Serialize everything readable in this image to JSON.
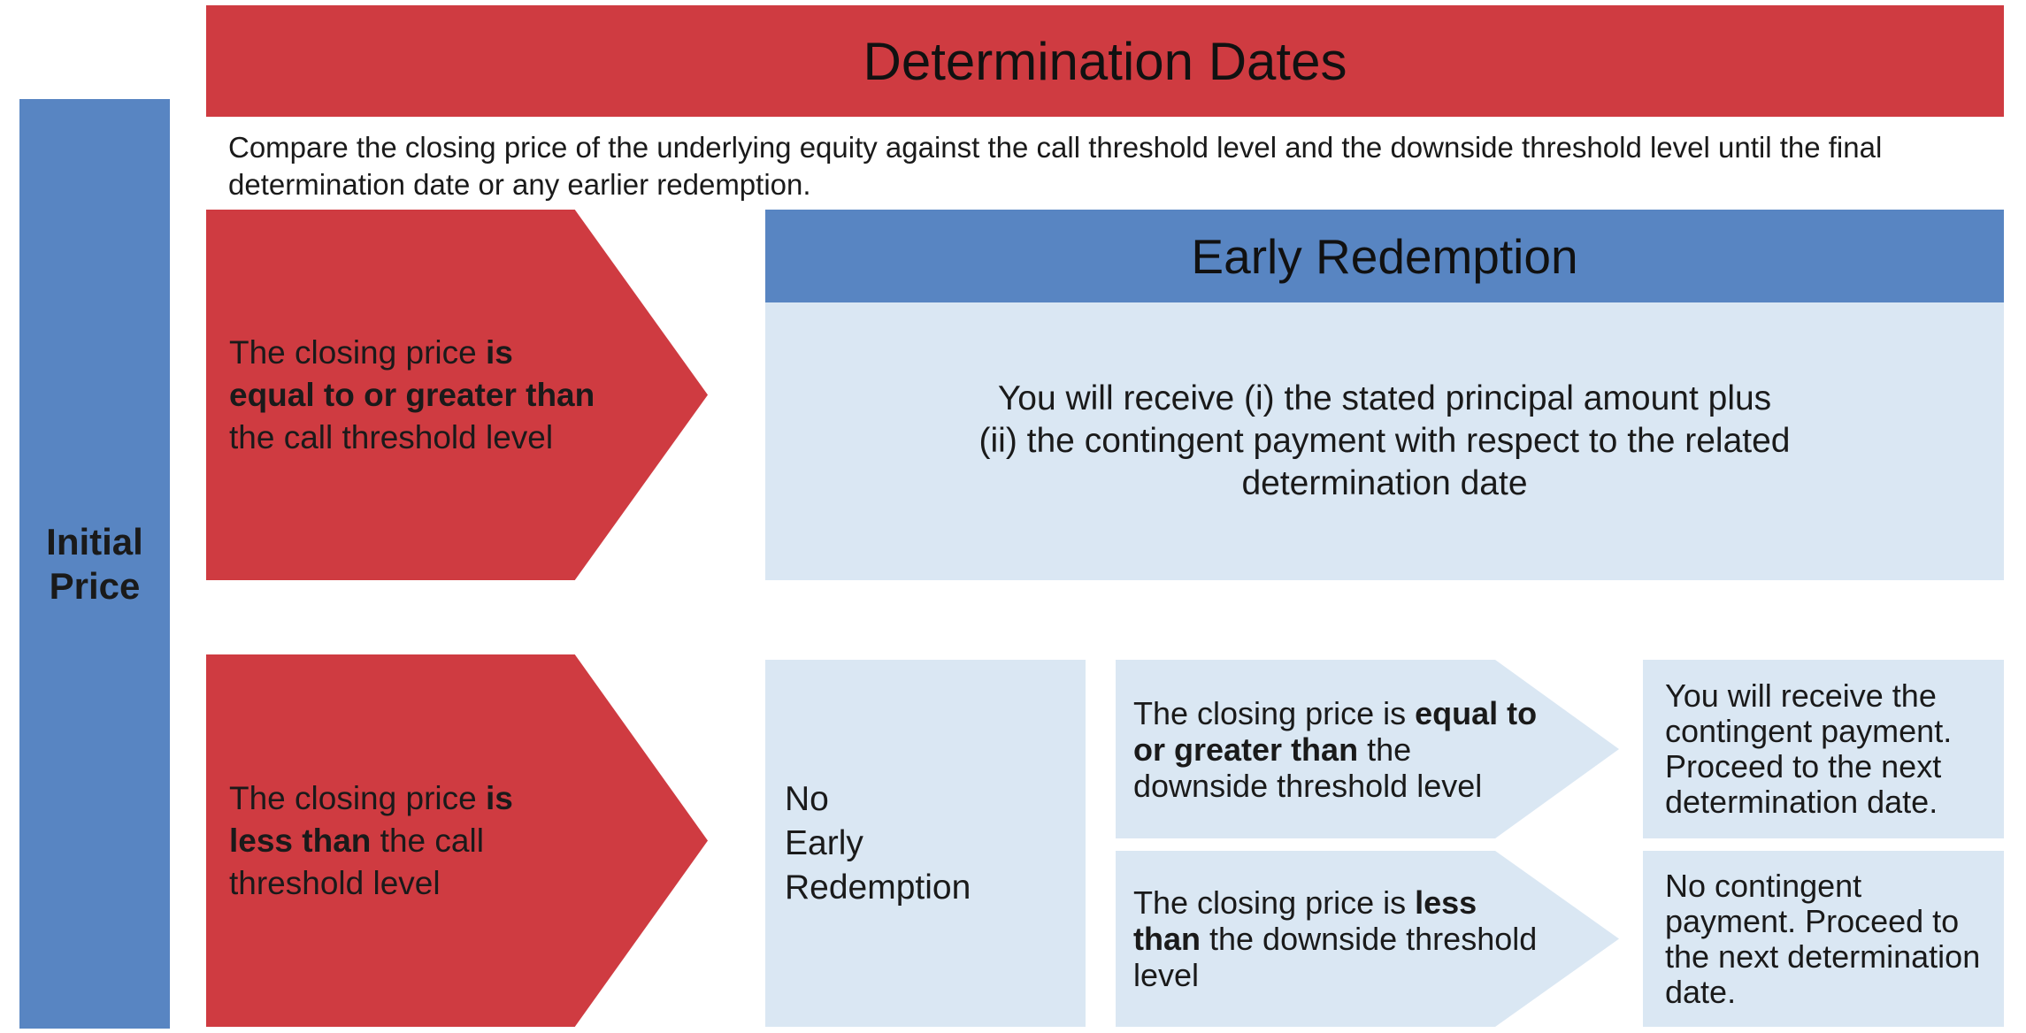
{
  "colors": {
    "red": "#CF3B41",
    "blue": "#5885C2",
    "light_blue": "#DAE7F3",
    "text": "#1A1A1A"
  },
  "title": "Determination Dates",
  "initial_price": {
    "label": "Initial Price"
  },
  "intro": "Compare the closing price of the underlying equity against the call threshold level and the downside threshold level until the final determination date or any earlier redemption.",
  "call_branch_above": {
    "lines": [
      [
        {
          "t": "The closing price ",
          "b": false
        },
        {
          "t": "is",
          "b": true
        }
      ],
      [
        {
          "t": "equal to or greater than",
          "b": true
        }
      ],
      [
        {
          "t": "the call threshold level",
          "b": false
        }
      ]
    ]
  },
  "early_redemption": {
    "header": "Early Redemption",
    "body_lines": [
      "You will receive (i) the stated principal amount plus",
      "(ii) the contingent payment with respect to the related",
      "determination date"
    ]
  },
  "call_branch_below": {
    "lines": [
      [
        {
          "t": "The closing price ",
          "b": false
        },
        {
          "t": "is",
          "b": true
        }
      ],
      [
        {
          "t": "less than",
          "b": true
        },
        {
          "t": " the call",
          "b": false
        }
      ],
      [
        {
          "t": "threshold level",
          "b": false
        }
      ]
    ]
  },
  "no_early_redemption": {
    "lines": [
      "No",
      "Early",
      "Redemption"
    ]
  },
  "downside_above": {
    "arrow_lines": [
      [
        {
          "t": "The closing price is ",
          "b": false
        },
        {
          "t": "equal to",
          "b": true
        }
      ],
      [
        {
          "t": "or greater than",
          "b": true
        },
        {
          "t": " the",
          "b": false
        }
      ],
      [
        {
          "t": "downside threshold level",
          "b": false
        }
      ]
    ],
    "result": "You will receive the contingent payment. Proceed to the next determination date."
  },
  "downside_below": {
    "arrow_lines": [
      [
        {
          "t": "The closing price is ",
          "b": false
        },
        {
          "t": "less",
          "b": true
        }
      ],
      [
        {
          "t": "than",
          "b": true
        },
        {
          "t": " the downside threshold",
          "b": false
        }
      ],
      [
        {
          "t": "level",
          "b": false
        }
      ]
    ],
    "result": "No contingent payment. Proceed to the next determination date."
  }
}
